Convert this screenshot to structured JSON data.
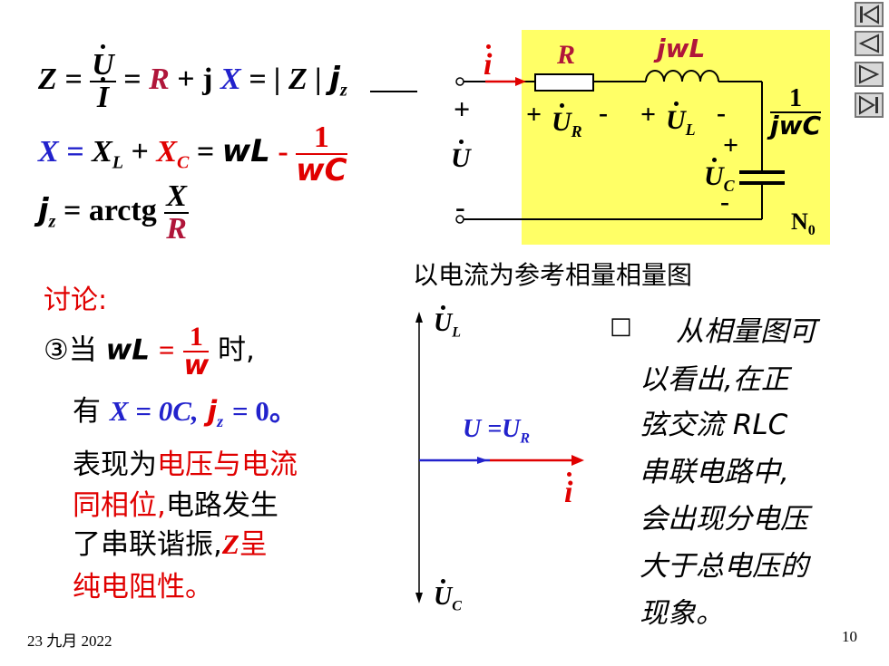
{
  "formulas": {
    "z_left": "Z =",
    "z_num": "U",
    "z_den": "I",
    "z_eq": "=",
    "z_R": "R",
    "z_plus_j": "+ j",
    "z_X": "X",
    "z_abs": "= | Z |",
    "z_phi": "j",
    "z_phi_sub": "z",
    "x_left": "X =",
    "x_XL": "X",
    "x_XL_sub": "L",
    "x_plus": "+",
    "x_XC": "X",
    "x_XC_sub": "C",
    "x_eq": "=",
    "x_wL": "wL",
    "x_minus": "-",
    "x_one": "1",
    "x_wC": "wC",
    "phi_j": "j",
    "phi_sub": "z",
    "phi_eq": "= arctg",
    "phi_X": "X",
    "phi_R": "R"
  },
  "circuit": {
    "R": "R",
    "jwL": "jwL",
    "one": "1",
    "jwC": "jwC",
    "current": "i",
    "U": "U",
    "UR": "U",
    "UR_sub": "R",
    "UL": "U",
    "UL_sub": "L",
    "UC": "U",
    "UC_sub": "C",
    "plus": "+",
    "minus": "-",
    "N0": "N",
    "N0_sub": "0"
  },
  "phasor": {
    "title": "以电流为参考相量相量图",
    "UL": "U",
    "UL_sub": "L",
    "UC": "U",
    "UC_sub": "C",
    "U_eq_UR": "U =U",
    "UR_sub": "R",
    "i": "i"
  },
  "discussion": {
    "heading": "讨论:",
    "case_prefix": "③当",
    "case_wL": "wL",
    "case_eq": "=",
    "case_num": "1",
    "case_den": "w",
    "case_suffix": "时,",
    "result_prefix": "有",
    "result_X": "X = 0C,",
    "result_phi": "j",
    "result_phi_sub": "z",
    "result_eq": "= 0。",
    "l1a": "表现为",
    "l1b": "电压与电流",
    "l2a": "同相位,",
    "l2b": "电路发生",
    "l3a": "了串联谐振,",
    "l3b": "Z",
    "l3c": "呈",
    "l4": "纯电阻性。"
  },
  "note": {
    "bullet": "□",
    "lines": [
      "从相量图可",
      "以看出,在正",
      "弦交流 RLC",
      "串联电路中,",
      "会出现分电压",
      "大于总电压的",
      "现象。"
    ]
  },
  "footer": {
    "date": "23 九月 2022",
    "page": "10"
  },
  "colors": {
    "red": "#e00000",
    "blue": "#2222cc",
    "yellow": "#ffff66"
  }
}
